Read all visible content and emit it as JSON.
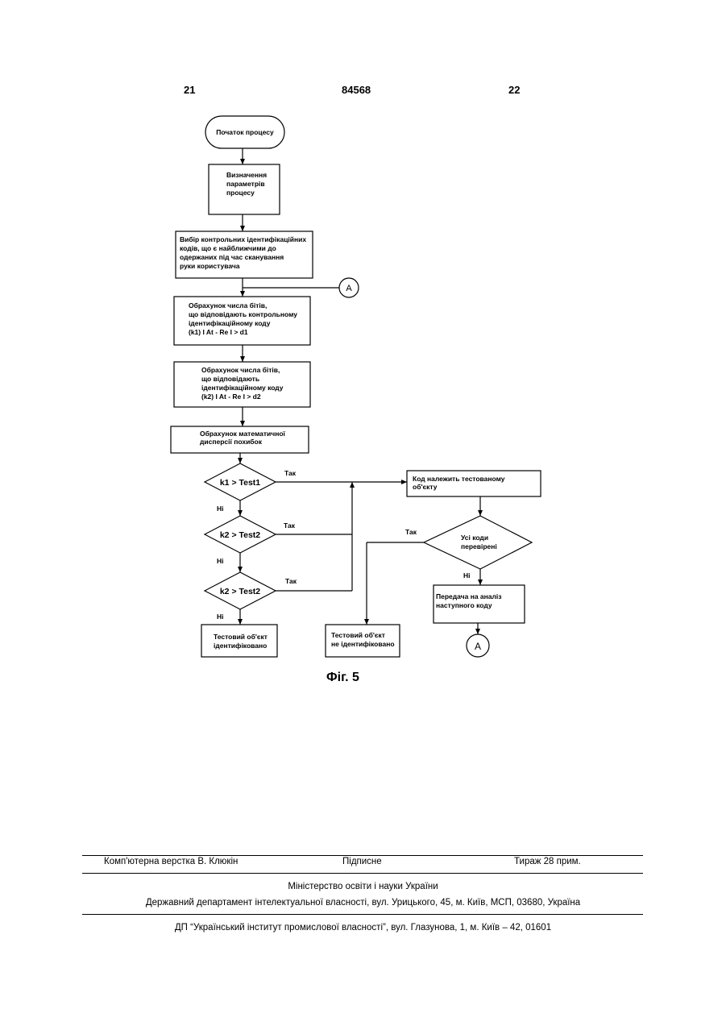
{
  "header": {
    "left_page": "21",
    "patent_number": "84568",
    "right_page": "22"
  },
  "flowchart": {
    "start": "Початок процесу",
    "param_def": [
      "Визначення",
      "параметрів",
      "процесу"
    ],
    "select_codes": [
      "Вибір контрольних ідентифікаційних",
      "кодів, що є найближчими до",
      "одержаних під час сканування",
      "руки користувача"
    ],
    "connector": "A",
    "count_bits_1": [
      "Обрахунок числа бітів,",
      "що відповідають контрольному",
      "ідентифікаційному коду",
      "(k1) I At - Re I > d1"
    ],
    "count_bits_2": [
      "Обрахунок числа бітів,",
      "що відповідають",
      "ідентифікаційному коду",
      "(k2) I At - Re I > d2"
    ],
    "dispersion": [
      "Обрахунок математичної",
      "дисперсії похибок"
    ],
    "decision_1": "k1 > Test1",
    "decision_2": "k2 > Test2",
    "decision_3": "k2 > Test2",
    "yes": "Так",
    "no": "Ні",
    "belongs": [
      "Код належить тестованому",
      "об'єкту"
    ],
    "all_checked": [
      "Усі коди",
      "перевірені"
    ],
    "next_code": [
      "Передача на аналіз",
      "наступного коду"
    ],
    "identified": [
      "Тестовий об'єкт",
      "ідентифіковано"
    ],
    "not_identified": [
      "Тестовий об'єкт",
      "не ідентифіковано"
    ]
  },
  "caption": "Фіг. 5",
  "footer": {
    "layout": "Комп'ютерна верстка В. Клюкін",
    "signed": "Підписне",
    "print_run": "Тираж 28 прим.",
    "ministry": "Міністерство освіти і науки України",
    "department": "Державний департамент інтелектуальної власності, вул. Урицького, 45, м. Київ, МСП, 03680, Україна",
    "institute": "ДП “Український інститут промислової власності”, вул. Глазунова, 1, м. Київ – 42, 01601"
  }
}
